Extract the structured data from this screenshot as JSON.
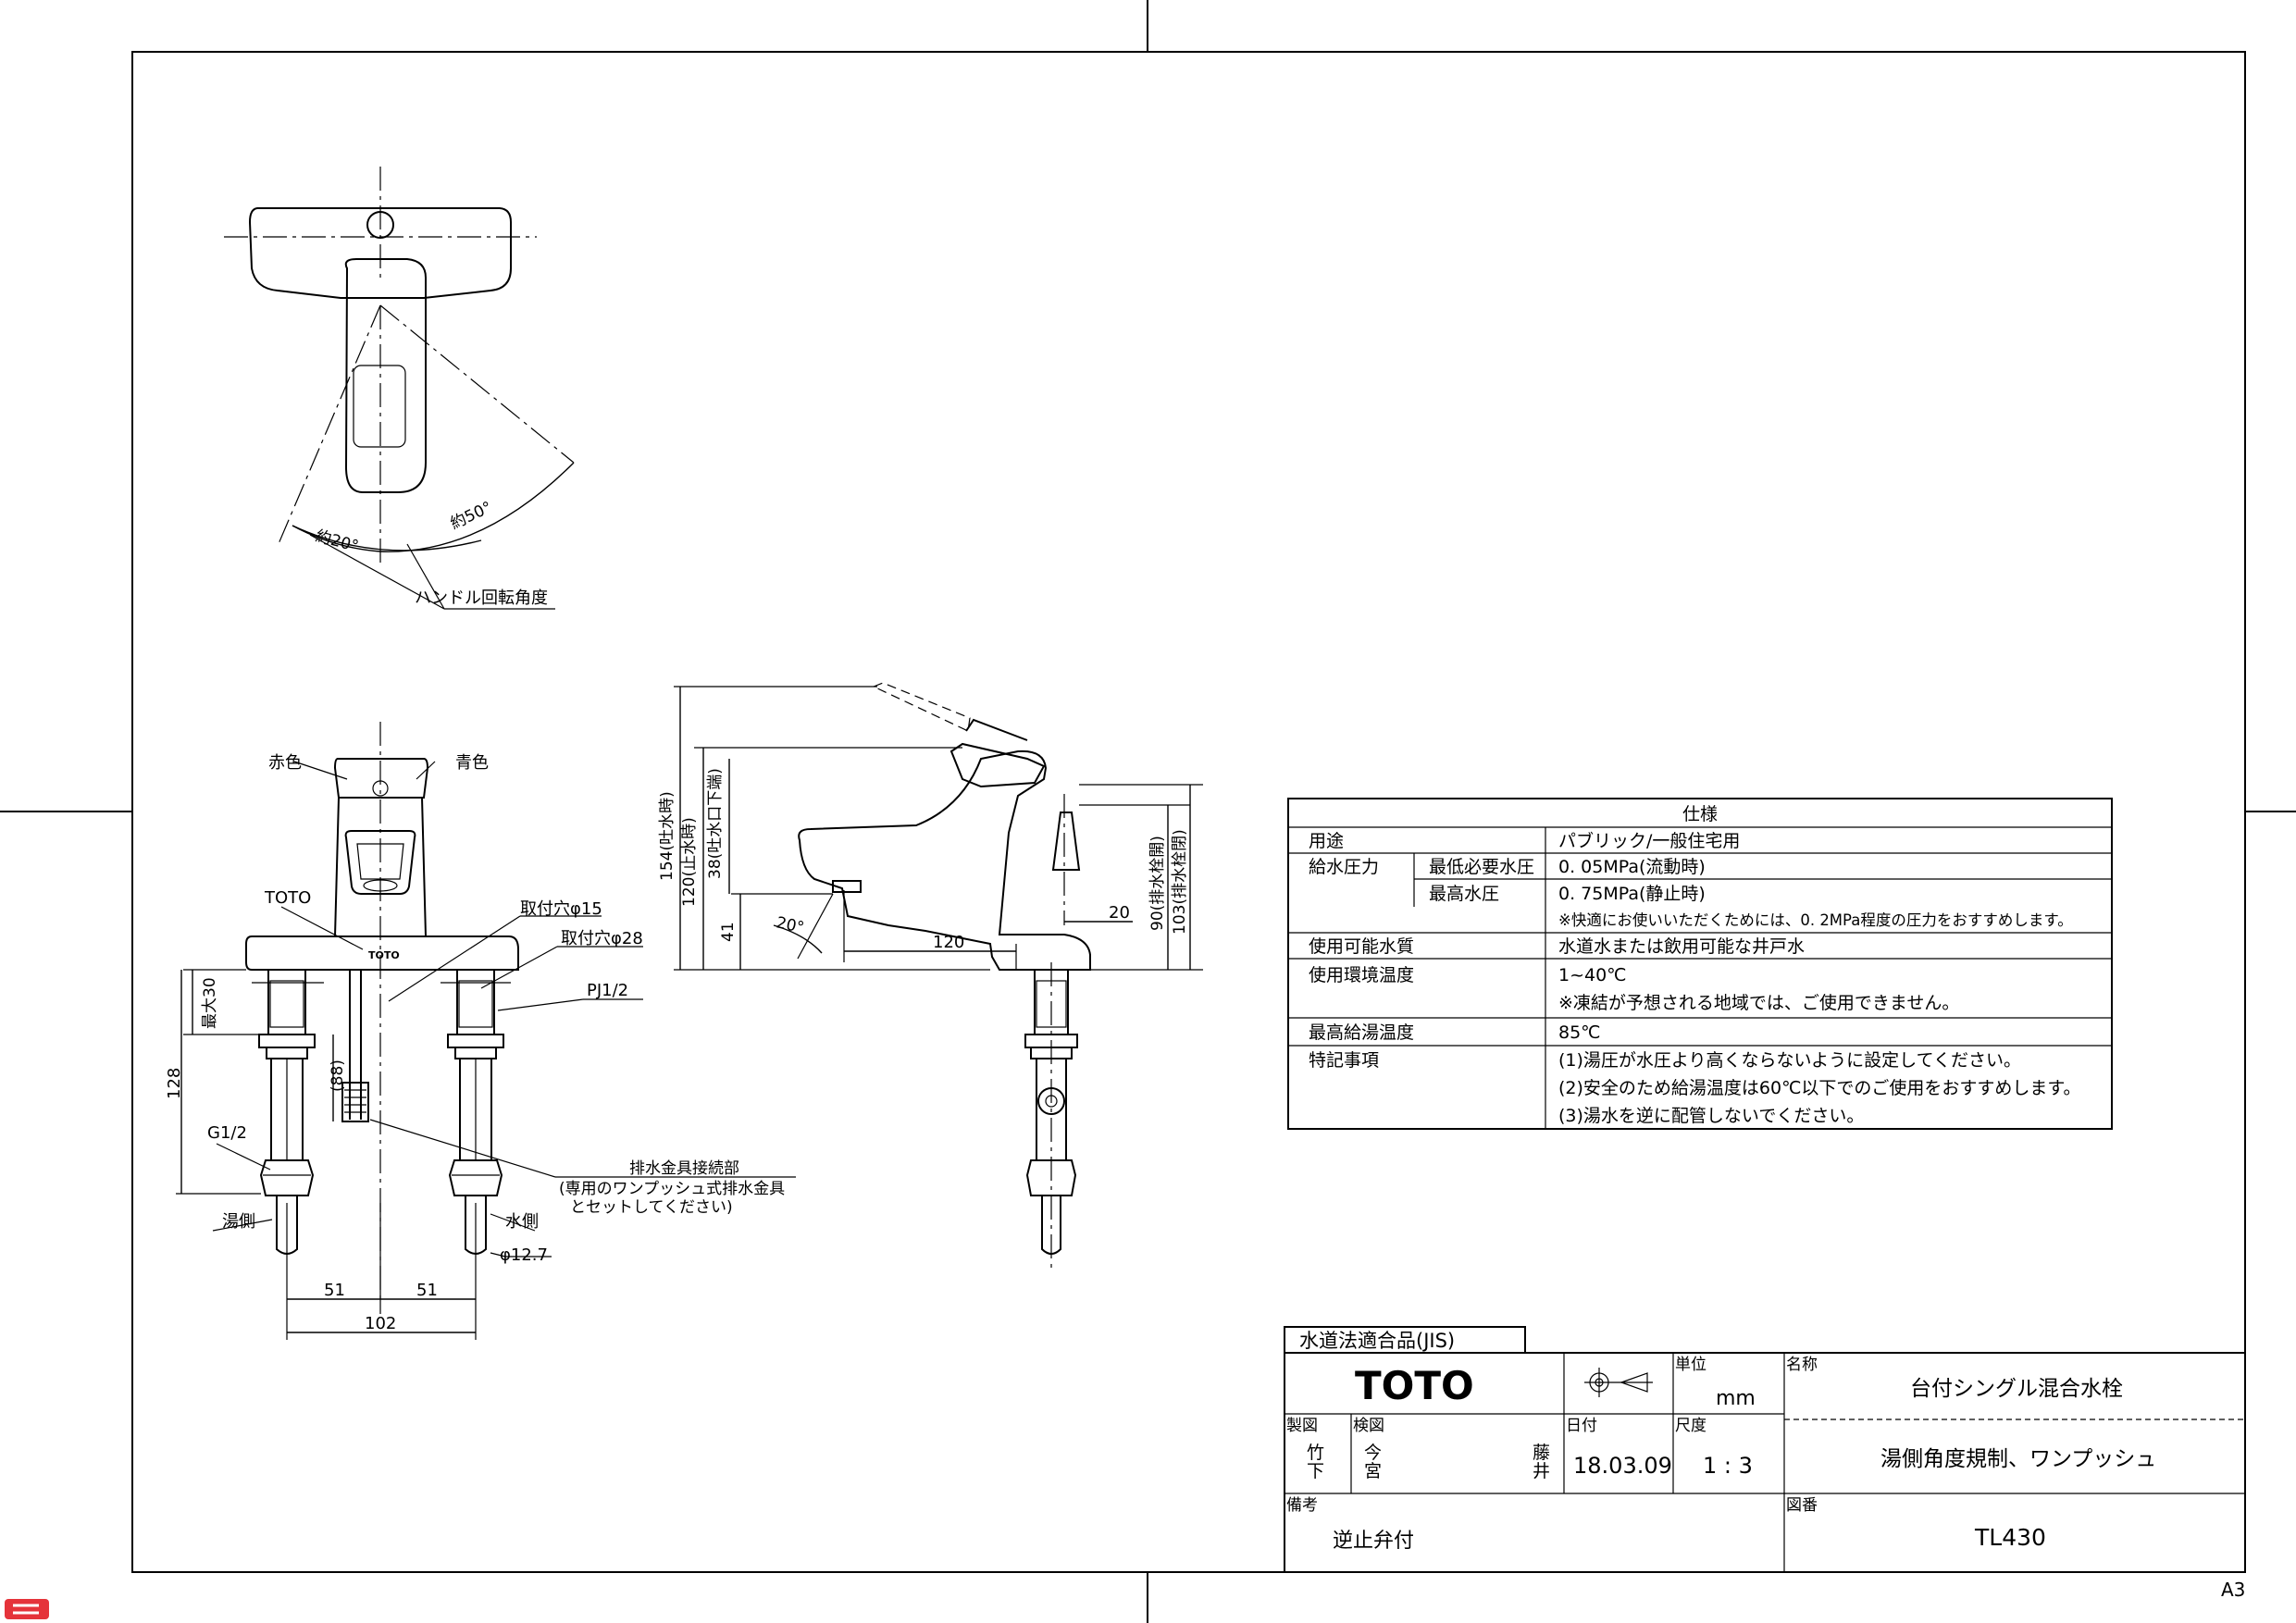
{
  "sheet": {
    "size": "A3"
  },
  "top_view": {
    "angle_hot": "約20°",
    "angle_cold": "約50°",
    "rotation_label": "ハンドル回転角度"
  },
  "front_view": {
    "red_label": "赤色",
    "blue_label": "青色",
    "brand_label": "TOTO",
    "brand_mark": "TOTO",
    "mount_hole_15": "取付穴φ15",
    "mount_hole_28": "取付穴φ28",
    "pj_label": "PJ1/2",
    "max30": "最大30",
    "dim_128": "128",
    "dim_88": "(88)",
    "g12": "G1/2",
    "hot_side": "湯側",
    "cold_side": "水側",
    "drain_label_1": "排水金具接続部",
    "drain_label_2": "(専用のワンプッシュ式排水金具",
    "drain_label_3": "とセットしてください)",
    "phi127": "φ12.7",
    "dim_51a": "51",
    "dim_51b": "51",
    "dim_102": "102"
  },
  "side_view": {
    "dim_154": "154(吐水時)",
    "dim_120": "120(止水時)",
    "dim_38": "38(吐水口下端)",
    "dim_41": "41",
    "angle_20": "20°",
    "dim_120h": "120",
    "dim_20": "20",
    "dim_90": "90(排水栓開)",
    "dim_103": "103(排水栓閉)"
  },
  "spec_table": {
    "title": "仕様",
    "rows": [
      {
        "label": "用途",
        "sub": "",
        "value": "パブリック/一般住宅用"
      },
      {
        "label": "給水圧力",
        "sub": "最低必要水圧",
        "value": "0. 05MPa(流動時)"
      },
      {
        "label": "",
        "sub": "最高水圧",
        "value": "0. 75MPa(静止時)"
      },
      {
        "label": "",
        "sub": "",
        "value": "※快適にお使いいただくためには、0. 2MPa程度の圧力をおすすめします。"
      },
      {
        "label": "使用可能水質",
        "sub": "",
        "value": "水道水または飲用可能な井戸水"
      },
      {
        "label": "使用環境温度",
        "sub": "",
        "value": "1~40℃"
      },
      {
        "label": "",
        "sub": "",
        "value": "※凍結が予想される地域では、ご使用できません。"
      },
      {
        "label": "最高給湯温度",
        "sub": "",
        "value": "85℃"
      },
      {
        "label": "特記事項",
        "sub": "",
        "value": "(1)湯圧が水圧より高くならないように設定してください。"
      },
      {
        "label": "",
        "sub": "",
        "value": "(2)安全のため給湯温度は60℃以下でのご使用をおすすめします。"
      },
      {
        "label": "",
        "sub": "",
        "value": "(3)湯水を逆に配管しないでください。"
      }
    ]
  },
  "title_block": {
    "compliance": "水道法適合品(JIS)",
    "logo": "TOTO",
    "unit_label": "単位",
    "unit_value": "mm",
    "name_label": "名称",
    "name_value": "台付シングル混合水栓",
    "subtitle": "湯側角度規制、ワンプッシュ",
    "drawn_label": "製図",
    "drawn_by_1": "竹",
    "drawn_by_2": "下",
    "checked_label": "検図",
    "checked_by_1": "今",
    "checked_by_2": "宮",
    "approved_1": "藤",
    "approved_2": "井",
    "date_label": "日付",
    "date_value": "18.03.09",
    "scale_label": "尺度",
    "scale_value": "1 : 3",
    "remarks_label": "備考",
    "remarks_value": "逆止弁付",
    "drawing_no_label": "図番",
    "drawing_no": "TL430"
  }
}
